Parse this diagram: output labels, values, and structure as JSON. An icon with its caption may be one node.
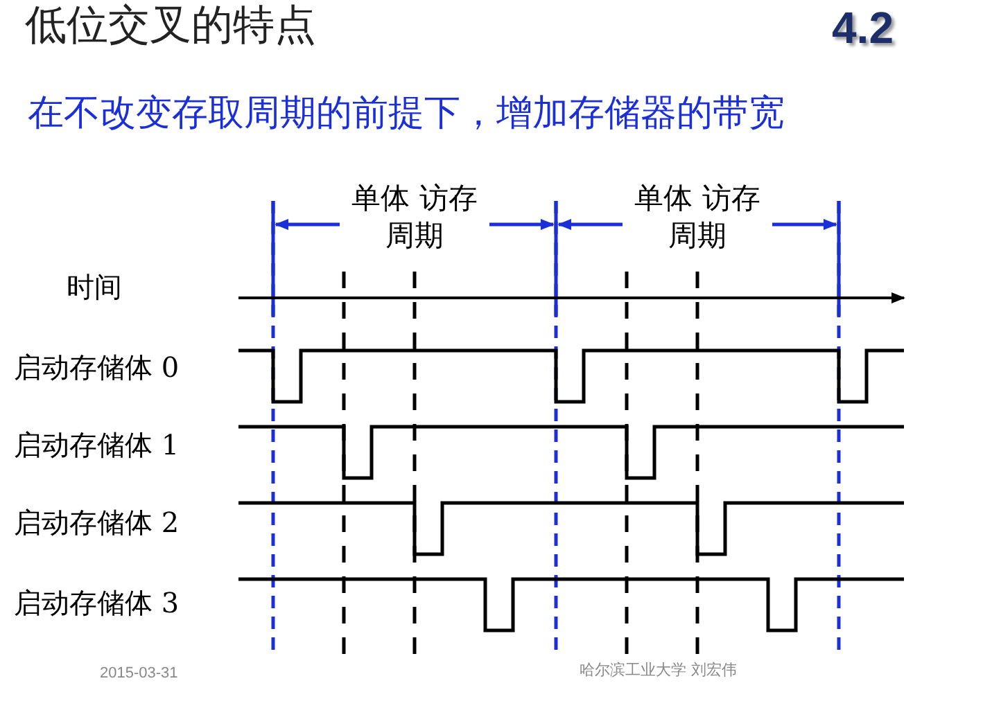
{
  "diagram": {
    "title": "低位交叉的特点",
    "labels": [
      "4.2",
      "在不改变存取周期的前提下，增加存储器的带宽",
      "单体 访存周期",
      "单体 访存周期",
      "时间",
      "启动存储体 0",
      "启动存储体 1",
      "启动存储体 2",
      "启动存储体 3",
      "2015-03-31",
      "哈尔滨工业大学 刘宏伟"
    ]
  }
}
